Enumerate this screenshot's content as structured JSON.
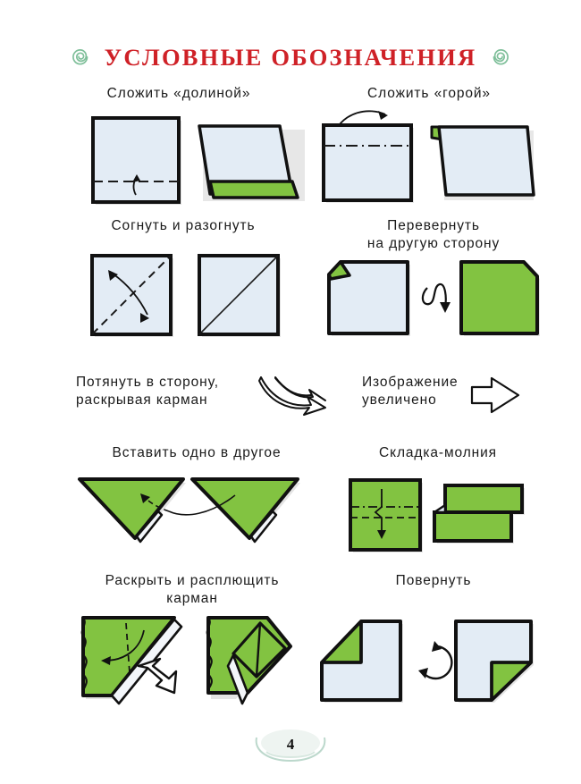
{
  "page": {
    "title": "УСЛОВНЫЕ  ОБОЗНАЧЕНИЯ",
    "title_color": "#cf2127",
    "ornament_color": "#7fbf9a",
    "ornament_left": "spiral-ornament",
    "ornament_right": "spiral-ornament",
    "number": "4",
    "background": "#ffffff"
  },
  "colors": {
    "paper_front": "#e3ecf5",
    "paper_back": "#82c341",
    "outline": "#111111",
    "crease": "#1a1a1a",
    "shadow": "#c9c9c9"
  },
  "symbols": [
    {
      "id": "valley-fold",
      "caption": "Сложить  «долиной»",
      "crease_style": "dashed",
      "arrow": "curved-arrow-up",
      "figures": [
        "flat-square-with-dashed-crease",
        "perspective-fold-green-underside"
      ]
    },
    {
      "id": "mountain-fold",
      "caption": "Сложить  «горой»",
      "crease_style": "dash-dot",
      "arrow": "curved-arrow-over-top",
      "figures": [
        "flat-square-with-dashdot-crease",
        "perspective-fold-behind-green-tab"
      ]
    },
    {
      "id": "fold-and-unfold",
      "caption": "Согнуть  и  разогнуть",
      "crease_style": "dashed-diagonal",
      "arrow": "double-headed-curved-arrow",
      "figures": [
        "square-with-diagonal-dashed-crease",
        "square-with-diagonal-solid-crease"
      ]
    },
    {
      "id": "turn-over",
      "caption": "Перевернуть\nна  другую  сторону",
      "arrow": "flip-loop-arrow",
      "figures": [
        "white-square-green-folded-corner",
        "green-square-cut-corner"
      ]
    },
    {
      "id": "pull-open-pocket",
      "caption": "Потянуть  в  сторону,\nраскрывая  карман",
      "arrow": "hollow-curved-arrow"
    },
    {
      "id": "enlarged-view",
      "caption": "Изображение\nувеличено",
      "arrow": "hollow-block-arrow-right"
    },
    {
      "id": "insert-one-into-another",
      "caption": "Вставить  одно  в  другое",
      "arrow": "thin-insert-arrow",
      "figures": [
        "green-triangle-left",
        "green-triangle-right"
      ]
    },
    {
      "id": "pleat-fold",
      "caption": "Складка-молния",
      "crease_style": "dash-dot-and-dashed",
      "arrow": "zigzag-arrow-down",
      "figures": [
        "green-square-with-two-creases",
        "two-stacked-green-rectangles"
      ]
    },
    {
      "id": "open-and-squash-pocket",
      "caption": "Раскрыть  и  расплющить\nкарман",
      "arrow": "hollow-white-push-arrow",
      "figures": [
        "green-triangle-with-pocket",
        "green-squashed-pocket"
      ]
    },
    {
      "id": "rotate",
      "caption": "Повернуть",
      "arrow": "circular-rotation-arrow",
      "figures": [
        "notched-square-green-top-left",
        "notched-square-green-bottom-right"
      ]
    }
  ]
}
